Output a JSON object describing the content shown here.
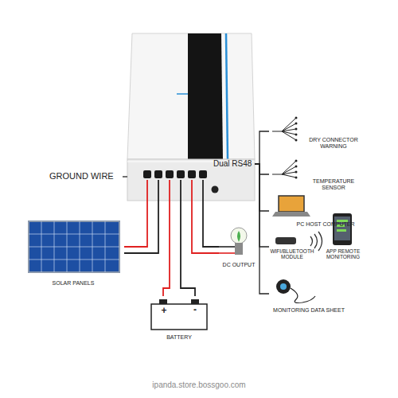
{
  "diagram": {
    "nodes": [
      {
        "text": [
          "Dual RS48"
        ]
      },
      {
        "text": [
          "GROUND WIRE"
        ]
      },
      {
        "text": [
          "DRY CONNECTOR WARNING"
        ]
      },
      {
        "text": [
          "TEMPERATURE SENSOR"
        ]
      },
      {
        "text": [
          "PC HOST COMPUTER"
        ]
      },
      {
        "text": [
          "WIFI/BLUETOOTH MODULE"
        ]
      },
      {
        "text": [
          "APP REMOTE MONITORING"
        ]
      },
      {
        "text": [
          "SOLAR PANELS"
        ]
      },
      {
        "text": [
          "DC OUTPUT"
        ]
      },
      {
        "text": [
          "MONITORING DATA SHEET"
        ]
      },
      {
        "text": [
          "+",
          "-",
          "BATTERY"
        ]
      }
    ],
    "edges": [
      {
        "from": 0,
        "to": 7,
        "arrow": "none"
      },
      {
        "from": 0,
        "to": 10,
        "arrow": "none"
      },
      {
        "from": 0,
        "to": 8,
        "arrow": "none"
      },
      {
        "from": 1,
        "to": 0,
        "arrow": "none"
      },
      {
        "from": 0,
        "to": 2,
        "arrow": "none"
      },
      {
        "from": 0,
        "to": 3,
        "arrow": "none"
      },
      {
        "from": 0,
        "to": 4,
        "arrow": "none"
      },
      {
        "from": 0,
        "to": 5,
        "arrow": "none"
      },
      {
        "from": 0,
        "to": 9,
        "arrow": "none"
      }
    ],
    "labels": [
      "ipanda.store.bossgoo.com"
    ]
  }
}
